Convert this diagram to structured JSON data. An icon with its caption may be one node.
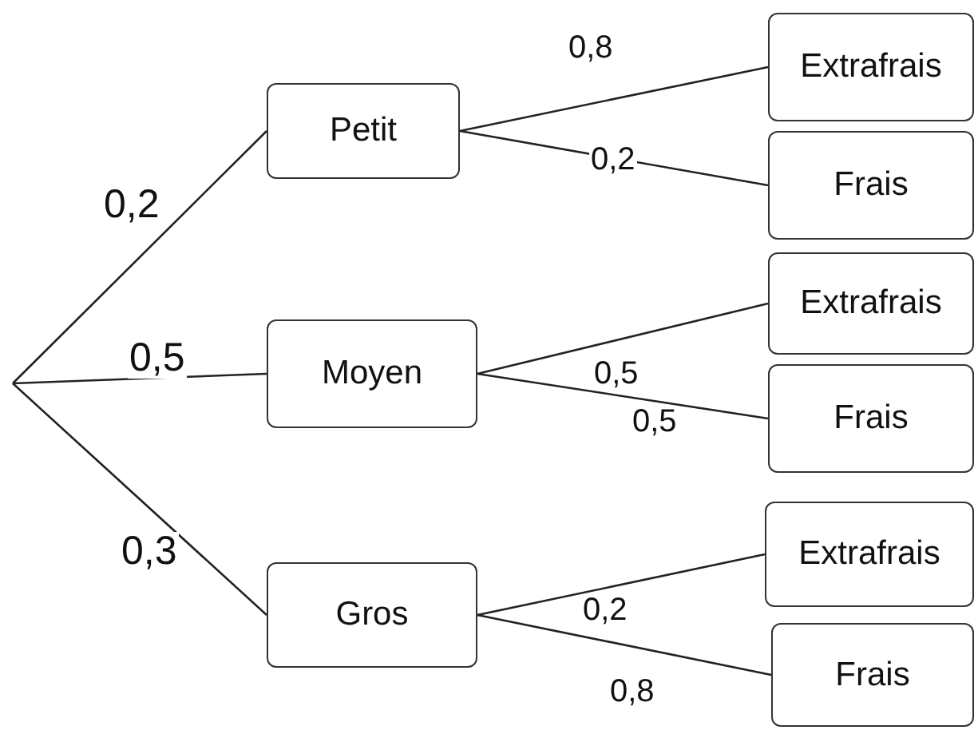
{
  "diagram": {
    "nodes": [
      {
        "text": [
          "Petit"
        ]
      },
      {
        "text": [
          "Extrafrais"
        ]
      },
      {
        "text": [
          "Frais"
        ]
      },
      {
        "text": [
          "Moyen"
        ]
      },
      {
        "text": [
          "Extrafrais"
        ]
      },
      {
        "text": [
          "Frais"
        ]
      },
      {
        "text": [
          "Gros"
        ]
      },
      {
        "text": [
          "Extrafrais"
        ]
      },
      {
        "text": [
          "Frais"
        ]
      }
    ],
    "edges": [
      {
        "from": null,
        "to": 0,
        "arrow": "none",
        "label": "0,2"
      },
      {
        "from": 0,
        "to": 1,
        "arrow": "none",
        "label": "0,8"
      },
      {
        "from": 0,
        "to": 2,
        "arrow": "none",
        "label": "0,2"
      },
      {
        "from": null,
        "to": 3,
        "arrow": "none",
        "label": "0,5"
      },
      {
        "from": 3,
        "to": 4,
        "arrow": "none",
        "label": "0,5"
      },
      {
        "from": 3,
        "to": 5,
        "arrow": "none",
        "label": "0,5"
      },
      {
        "from": null,
        "to": 6,
        "arrow": "none",
        "label": "0,3"
      },
      {
        "from": 6,
        "to": 7,
        "arrow": "none",
        "label": "0,2"
      },
      {
        "from": 6,
        "to": 8,
        "arrow": "none",
        "label": "0,8"
      }
    ]
  }
}
